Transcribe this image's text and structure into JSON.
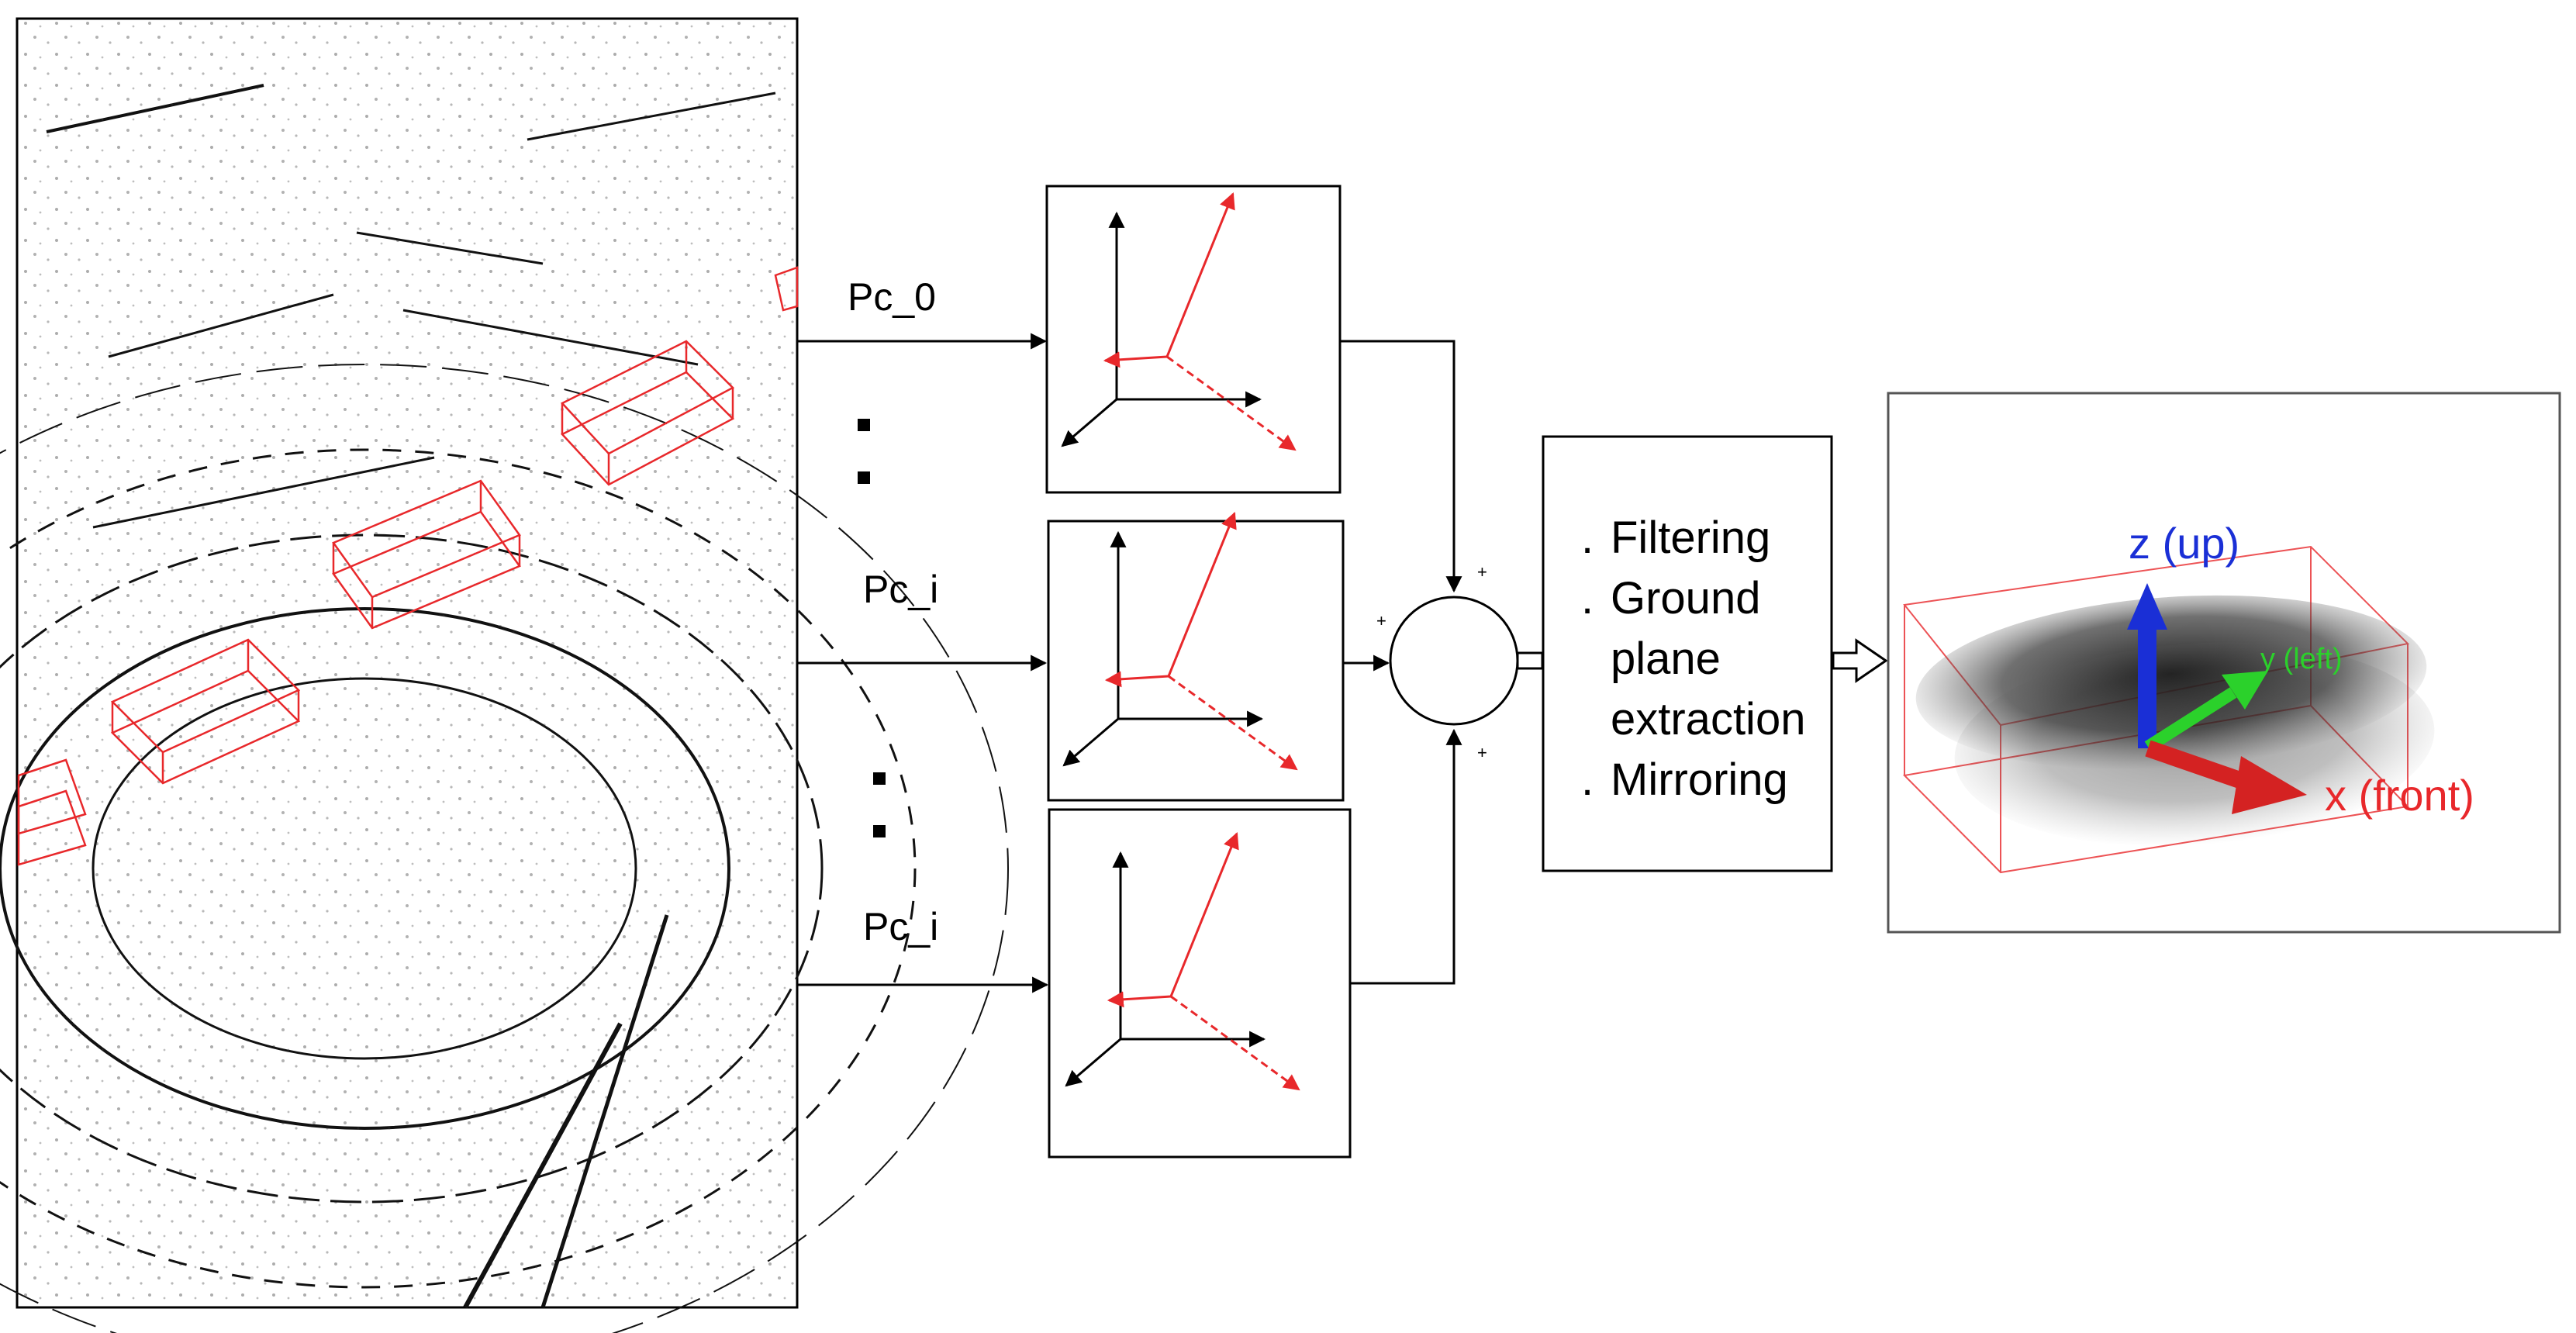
{
  "inputs": {
    "first": "Pc_0",
    "middle": "Pc_i",
    "last": "Pc_i"
  },
  "sum_signs": [
    "+",
    "+",
    "+"
  ],
  "processing": {
    "bullet": ".",
    "steps": [
      "Filtering",
      "Ground plane extraction",
      "Mirroring"
    ]
  },
  "output_axes": {
    "z": "z (up)",
    "y": "y (left)",
    "x": "x (front)"
  },
  "colors": {
    "red": "#e8282b",
    "blue": "#1a2fd6",
    "green": "#2bd12b",
    "line": "#000000"
  }
}
